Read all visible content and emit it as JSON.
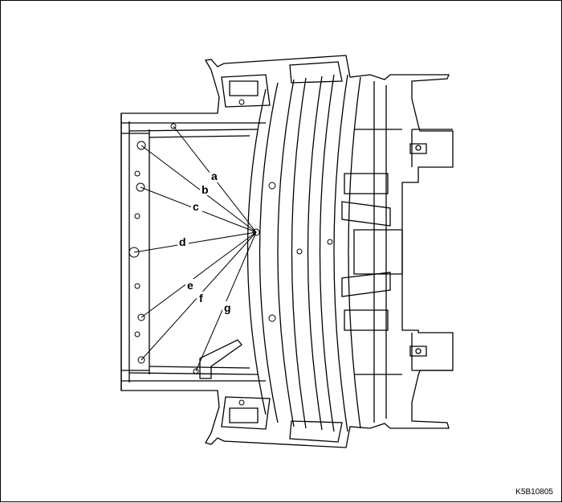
{
  "diagram": {
    "callouts": [
      {
        "id": "a",
        "label": "a"
      },
      {
        "id": "b",
        "label": "b"
      },
      {
        "id": "c",
        "label": "c"
      },
      {
        "id": "d",
        "label": "d"
      },
      {
        "id": "e",
        "label": "e"
      },
      {
        "id": "f",
        "label": "f"
      },
      {
        "id": "g",
        "label": "g"
      }
    ],
    "figure_code": "K5B10805",
    "line_color": "#000000",
    "background_color": "#ffffff"
  }
}
